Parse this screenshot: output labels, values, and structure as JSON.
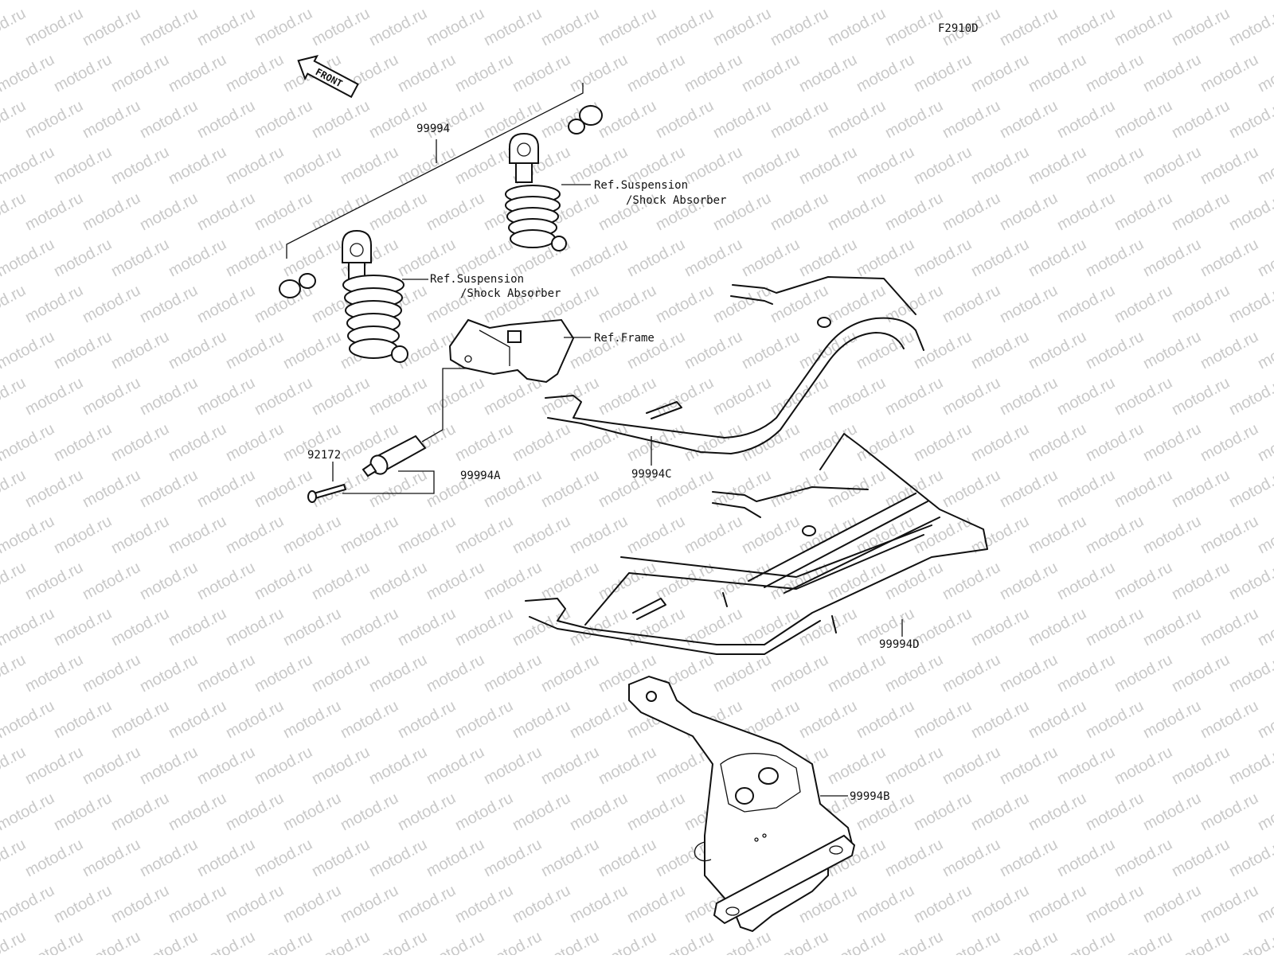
{
  "figure_code": "F2910D",
  "watermark_text": "motod.ru",
  "front_arrow_label": "FRONT",
  "callouts": {
    "kit_main": "99994",
    "ref_suspension_upper_line1": "Ref.Suspension",
    "ref_suspension_upper_line2": "/Shock Absorber",
    "ref_suspension_lower_line1": "Ref.Suspension",
    "ref_suspension_lower_line2": "/Shock Absorber",
    "ref_frame": "Ref.Frame",
    "bolt": "92172",
    "kit_a": "99994A",
    "kit_c": "99994C",
    "kit_d": "99994D",
    "kit_b": "99994B"
  },
  "colors": {
    "line": "#111111",
    "watermark": "#c9c9c9",
    "background": "#ffffff"
  }
}
